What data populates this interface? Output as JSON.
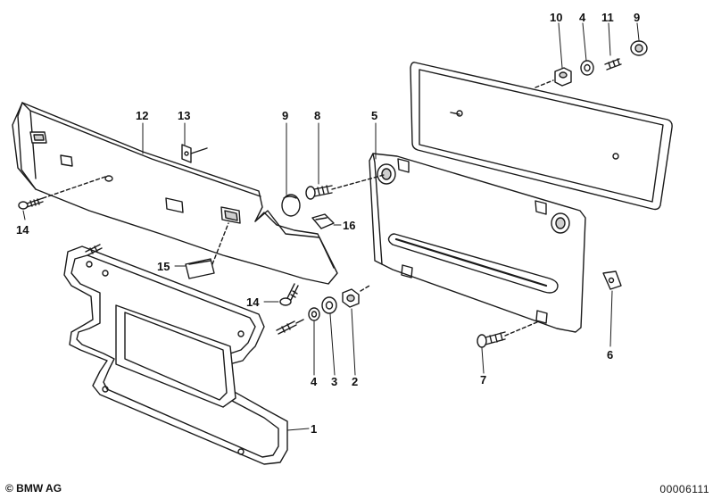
{
  "diagram": {
    "callouts": [
      {
        "id": "1",
        "text": "1"
      },
      {
        "id": "2",
        "text": "2"
      },
      {
        "id": "3",
        "text": "3"
      },
      {
        "id": "4a",
        "text": "4"
      },
      {
        "id": "4b",
        "text": "4"
      },
      {
        "id": "5",
        "text": "5"
      },
      {
        "id": "6",
        "text": "6"
      },
      {
        "id": "7",
        "text": "7"
      },
      {
        "id": "8",
        "text": "8"
      },
      {
        "id": "9a",
        "text": "9"
      },
      {
        "id": "9b",
        "text": "9"
      },
      {
        "id": "10",
        "text": "10"
      },
      {
        "id": "11",
        "text": "11"
      },
      {
        "id": "12",
        "text": "12"
      },
      {
        "id": "13",
        "text": "13"
      },
      {
        "id": "14a",
        "text": "14"
      },
      {
        "id": "14b",
        "text": "14"
      },
      {
        "id": "15",
        "text": "15"
      },
      {
        "id": "16",
        "text": "16"
      }
    ]
  },
  "footer": {
    "copyright": "© BMW AG",
    "doc_number": "00006111"
  },
  "colors": {
    "line": "#1a1a1a",
    "fill": "#ffffff",
    "shade": "#cfcfcf"
  }
}
